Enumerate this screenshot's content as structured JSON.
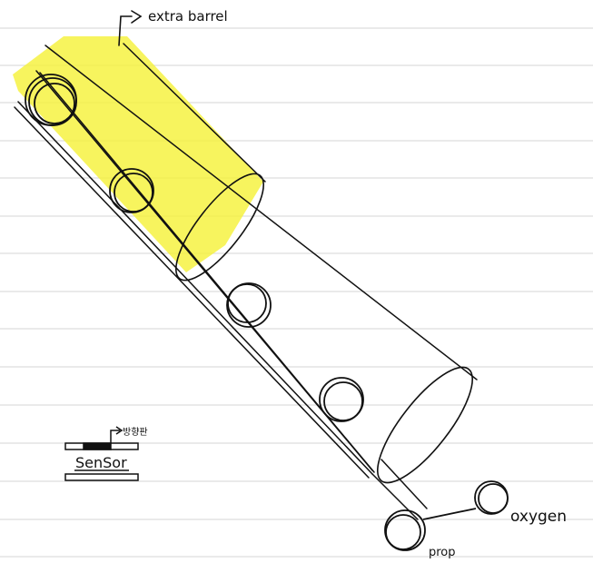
{
  "labels": {
    "extra_barrel": "extra barrel",
    "sensor": "SenSor",
    "sensor_note": "방향판",
    "oxygen": "oxygen",
    "prop": "prop"
  },
  "colors": {
    "ink": "#111111",
    "highlight": "#f5f23a",
    "rule_line": "#d4d4d4"
  }
}
